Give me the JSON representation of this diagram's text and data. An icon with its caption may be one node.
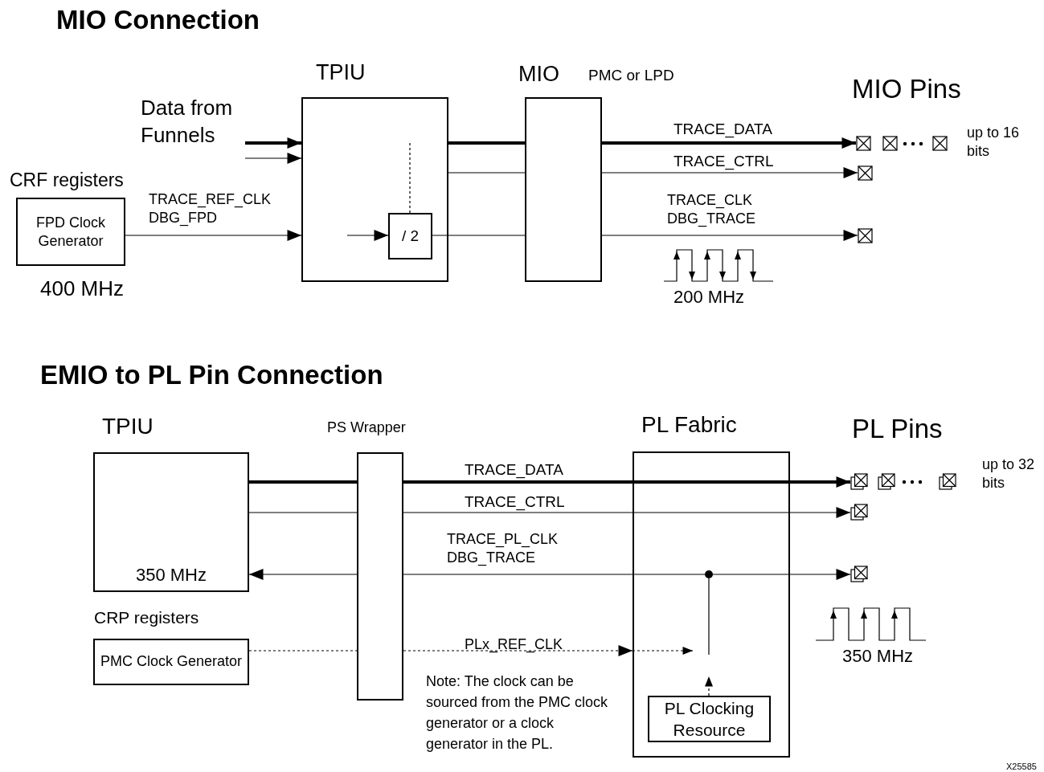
{
  "diagram": {
    "nodes": [
      {
        "text": [
          "Data from Funnels"
        ]
      },
      {
        "text": [
          "TPIU"
        ]
      },
      {
        "text": [
          "/ 2"
        ],
        "in": 1
      },
      {
        "text": [
          "MIO"
        ],
        "beside": [
          "PMC or LPD"
        ]
      },
      {
        "text": [
          "CRF registers",
          "FPD Clock Generator"
        ],
        "beside": [
          "400 MHz"
        ]
      },
      {
        "text": [],
        "shape": "box"
      },
      {
        "text": [],
        "shape": "box"
      },
      {
        "text": [],
        "shape": "box"
      },
      {
        "text": [],
        "shape": "box"
      },
      {
        "text": [],
        "shape": "box"
      },
      {
        "text": [
          "TPIU",
          "350 MHz"
        ]
      },
      {
        "text": [
          "PS Wrapper"
        ]
      },
      {
        "text": [
          "PL Fabric"
        ]
      },
      {
        "text": [
          "PL Clocking Resource"
        ],
        "in": 12
      },
      {
        "text": [
          "CRP registers",
          "PMC Clock Generator"
        ]
      },
      {
        "text": [],
        "shape": "box"
      },
      {
        "text": [],
        "shape": "box"
      },
      {
        "text": [],
        "shape": "box"
      },
      {
        "text": [],
        "shape": "box"
      },
      {
        "text": [],
        "shape": "box"
      },
      {
        "text": [],
        "shape": "circle",
        "in": 12
      }
    ],
    "edges": [
      {
        "from": 0,
        "to": 1,
        "arrow": "to",
        "style": "thick"
      },
      {
        "from": 0,
        "to": 1,
        "arrow": "to"
      },
      {
        "from": 4,
        "to": 1,
        "arrow": "to",
        "label": "TRACE_REF_CLK DBG_FPD"
      },
      {
        "from": null,
        "to": 2,
        "arrow": "to"
      },
      {
        "from": 2,
        "to": null,
        "arrow": "none",
        "style": "dashed"
      },
      {
        "from": 1,
        "to": 3,
        "arrow": "none",
        "style": "thick"
      },
      {
        "from": 1,
        "to": 3,
        "arrow": "none"
      },
      {
        "from": 2,
        "to": 3,
        "arrow": "none"
      },
      {
        "from": 3,
        "to": 5,
        "arrow": "to",
        "style": "thick",
        "label": "TRACE_DATA"
      },
      {
        "from": 3,
        "to": 8,
        "arrow": "to",
        "label": "TRACE_CTRL"
      },
      {
        "from": 3,
        "to": 9,
        "arrow": "to",
        "label": "TRACE_CLK DBG_TRACE"
      },
      {
        "from": 10,
        "to": 11,
        "arrow": "none",
        "style": "thick"
      },
      {
        "from": 11,
        "to": 15,
        "arrow": "to",
        "style": "thick",
        "label": "TRACE_DATA"
      },
      {
        "from": 10,
        "to": 11,
        "arrow": "none"
      },
      {
        "from": 11,
        "to": 18,
        "arrow": "to",
        "label": "TRACE_CTRL"
      },
      {
        "from": 20,
        "to": 11,
        "arrow": "none",
        "label": "TRACE_PL_CLK DBG_TRACE"
      },
      {
        "from": 11,
        "to": 10,
        "arrow": "to"
      },
      {
        "from": 20,
        "to": 19,
        "arrow": "to"
      },
      {
        "from": 14,
        "to": 11,
        "arrow": "none",
        "style": "dashed"
      },
      {
        "from": 11,
        "to": 12,
        "arrow": "to",
        "style": "dashed",
        "label": "PLx_REF_CLK"
      },
      {
        "from": 12,
        "to": null,
        "arrow": "to",
        "style": "dashed"
      },
      {
        "from": 13,
        "to": null,
        "arrow": "to",
        "style": "dashed"
      },
      {
        "from": 20,
        "to": null,
        "arrow": "none"
      }
    ],
    "labels": [
      "MIO Connection",
      "MIO Pins",
      "up to 16 bits",
      "200 MHz",
      "EMIO to PL Pin Connection",
      "PL Pins",
      "up to 32 bits",
      "350 MHz",
      "Note: The clock can be sourced from the PMC clock generator or a clock generator in the PL.",
      "X25585"
    ]
  }
}
